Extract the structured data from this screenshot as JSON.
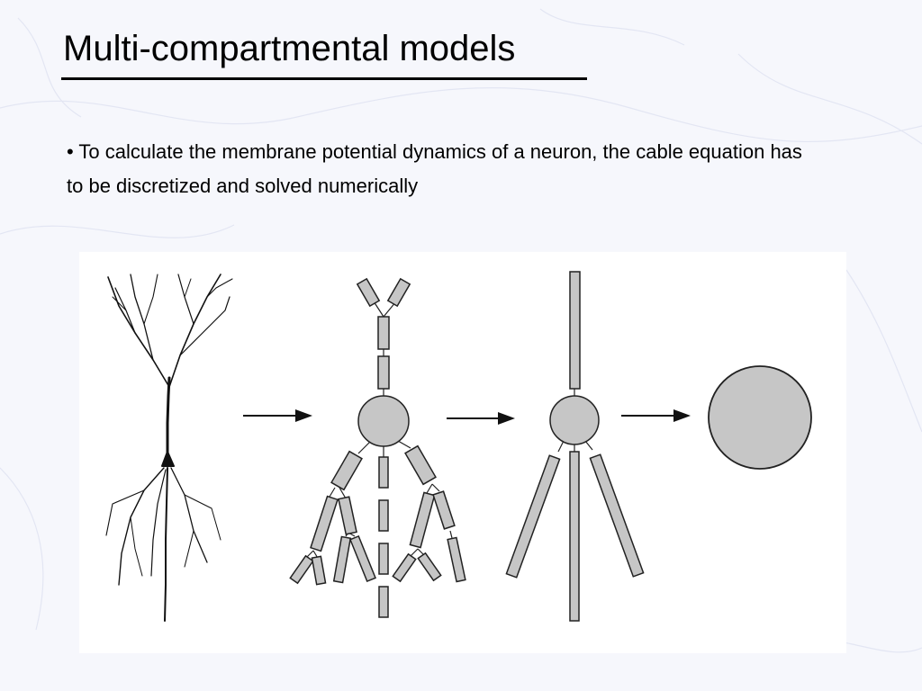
{
  "slide": {
    "title": "Multi-compartmental models",
    "bullet": "• To calculate the membrane potential dynamics of a neuron, the cable equation has to be discretized and solved numerically"
  },
  "colors": {
    "background": "#f6f7fc",
    "text": "#000000",
    "compartment_fill": "#c6c6c6",
    "outline": "#222222"
  },
  "figure": {
    "stages": [
      "neuron-drawing",
      "multi-compartment-model",
      "reduced-compartment-model",
      "single-compartment-model"
    ],
    "icons": [
      "arrow-right-icon",
      "arrow-right-icon",
      "arrow-right-icon"
    ]
  }
}
